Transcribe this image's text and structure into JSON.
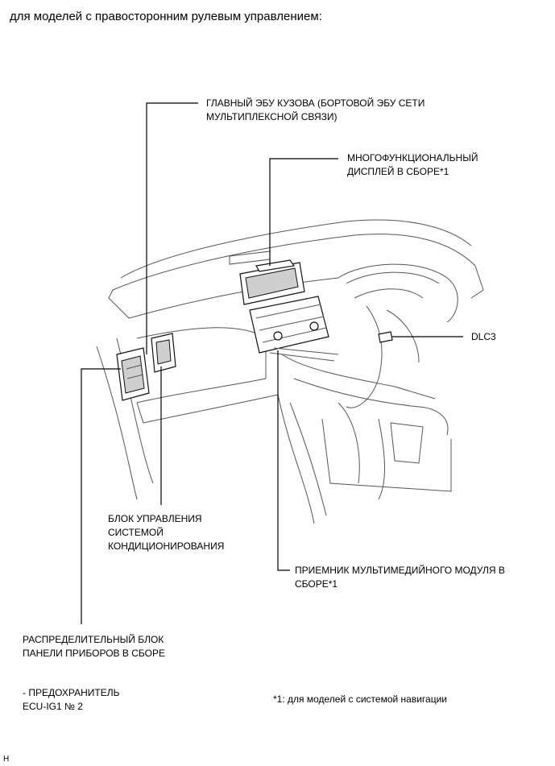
{
  "heading": "для моделей с правосторонним рулевым управлением:",
  "labels": {
    "main_body_ecu": "ГЛАВНЫЙ ЭБУ КУЗОВА (БОРТОВОЙ ЭБУ СЕТИ\nМУЛЬТИПЛЕКСНОЙ СВЯЗИ)",
    "multi_display": "МНОГОФУНКЦИОНАЛЬНЫЙ\nДИСПЛЕЙ В СБОРЕ*1",
    "dlc3": "DLC3",
    "ac_control": "БЛОК УПРАВЛЕНИЯ\nСИСТЕМОЙ\nКОНДИЦИОНИРОВАНИЯ",
    "media_receiver": "ПРИЕМНИК МУЛЬТИМЕДИЙНОГО МОДУЛЯ В\nСБОРЕ*1",
    "junction_block": "РАСПРЕДЕЛИТЕЛЬНЫЙ БЛОК\nПАНЕЛИ ПРИБОРОВ В СБОРЕ",
    "fuse": "- ПРЕДОХРАНИТЕЛЬ\nECU-IG1 № 2"
  },
  "footnote": "*1: для моделей с системой навигации",
  "corner_mark": "H"
}
